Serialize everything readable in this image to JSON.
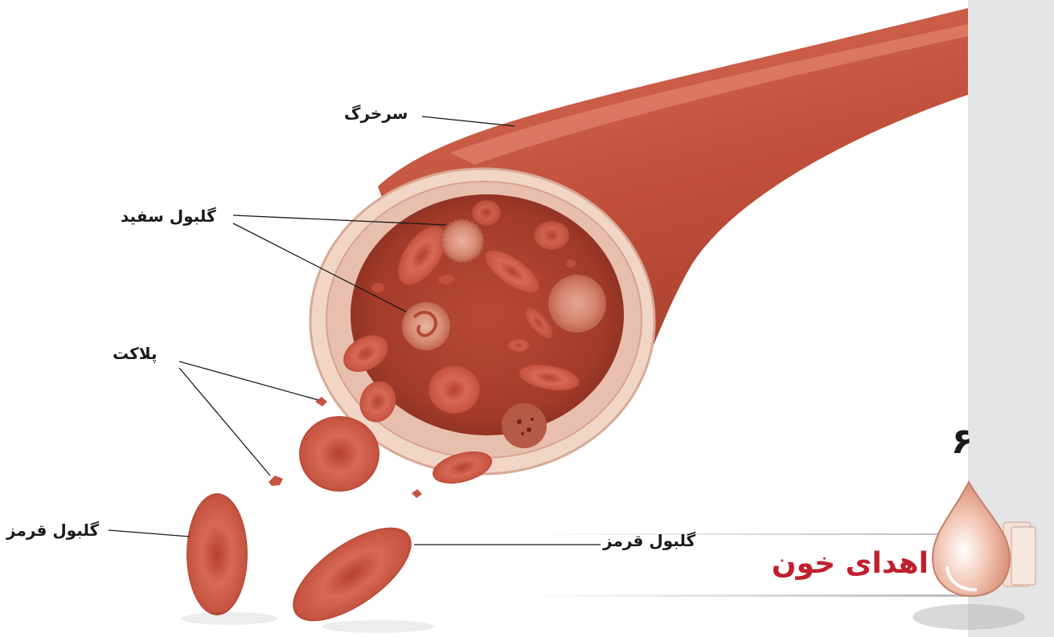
{
  "labels": {
    "artery": "سرخرگ",
    "white_cell": "گلبول سفید",
    "platelet": "پلاکت",
    "red_cell_left": "گلبول قرمز",
    "red_cell_right": "گلبول قرمز"
  },
  "page_number": "۶",
  "chapter_title": "اهدای خون",
  "colors": {
    "vessel": "#c45540",
    "cell": "#c8503f",
    "wall": "#f1d6c6",
    "accent": "#c0202e",
    "sidebar": "#e4e5e7"
  },
  "icons": {
    "chapter": "blood-drop-book-icon"
  }
}
